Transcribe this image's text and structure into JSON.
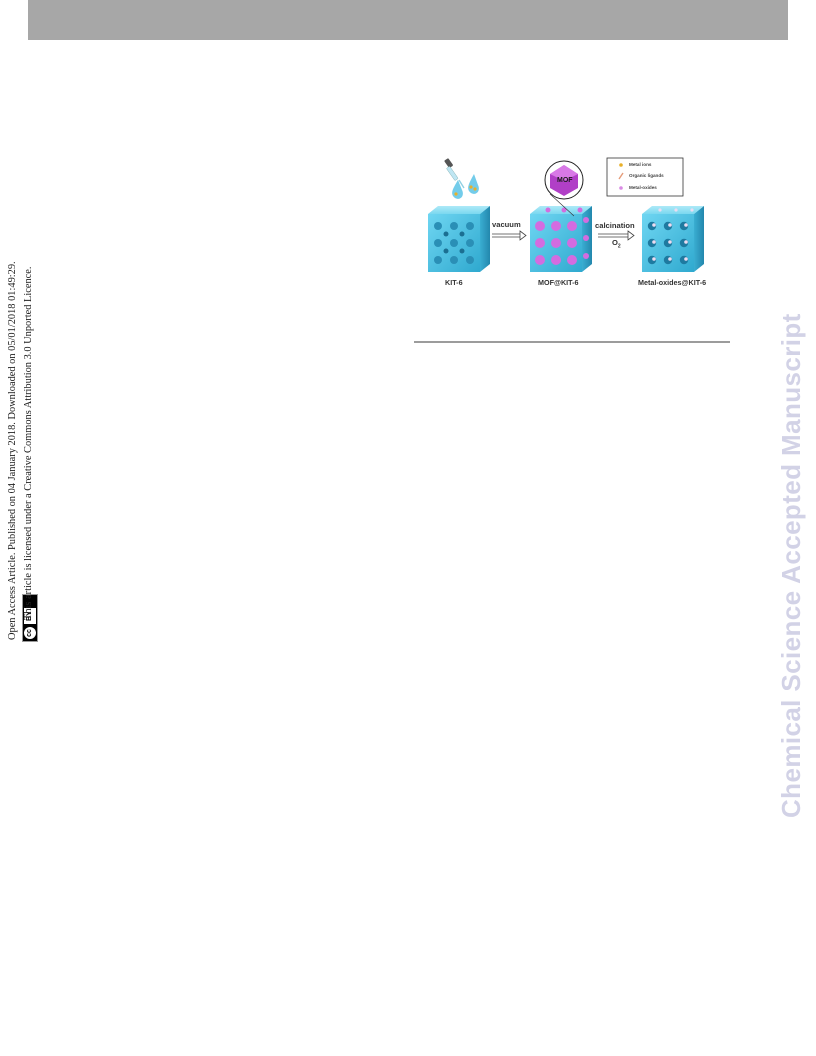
{
  "notice": {
    "line1": "Open Access Article. Published on 04 January 2018. Downloaded on 05/01/2018 01:49:29.",
    "line2": "This article is licensed under a Creative Commons Attribution 3.0 Unported Licence.",
    "cc_icon": "cc",
    "by_label": "BY"
  },
  "watermark": "Chemical Science Accepted Manuscript",
  "scheme": {
    "labels": {
      "kit6": "KIT-6",
      "mof_kit6": "MOF@KIT-6",
      "oxides": "Metal-oxides@KIT-6"
    },
    "arrow1": "vacuum",
    "arrow2_top": "calcination",
    "arrow2_bottom": "O",
    "arrow2_sub": "2",
    "mof_badge": "MOF",
    "legend": [
      "Metal ions",
      "Organic ligands",
      "Metal-oxides"
    ],
    "colors": {
      "cube": "#54c6e6",
      "mof": "#d36ce0",
      "metal_ion": "#e8b02a",
      "ligand": "#e59c7a",
      "oxide": "#d98be4"
    }
  }
}
